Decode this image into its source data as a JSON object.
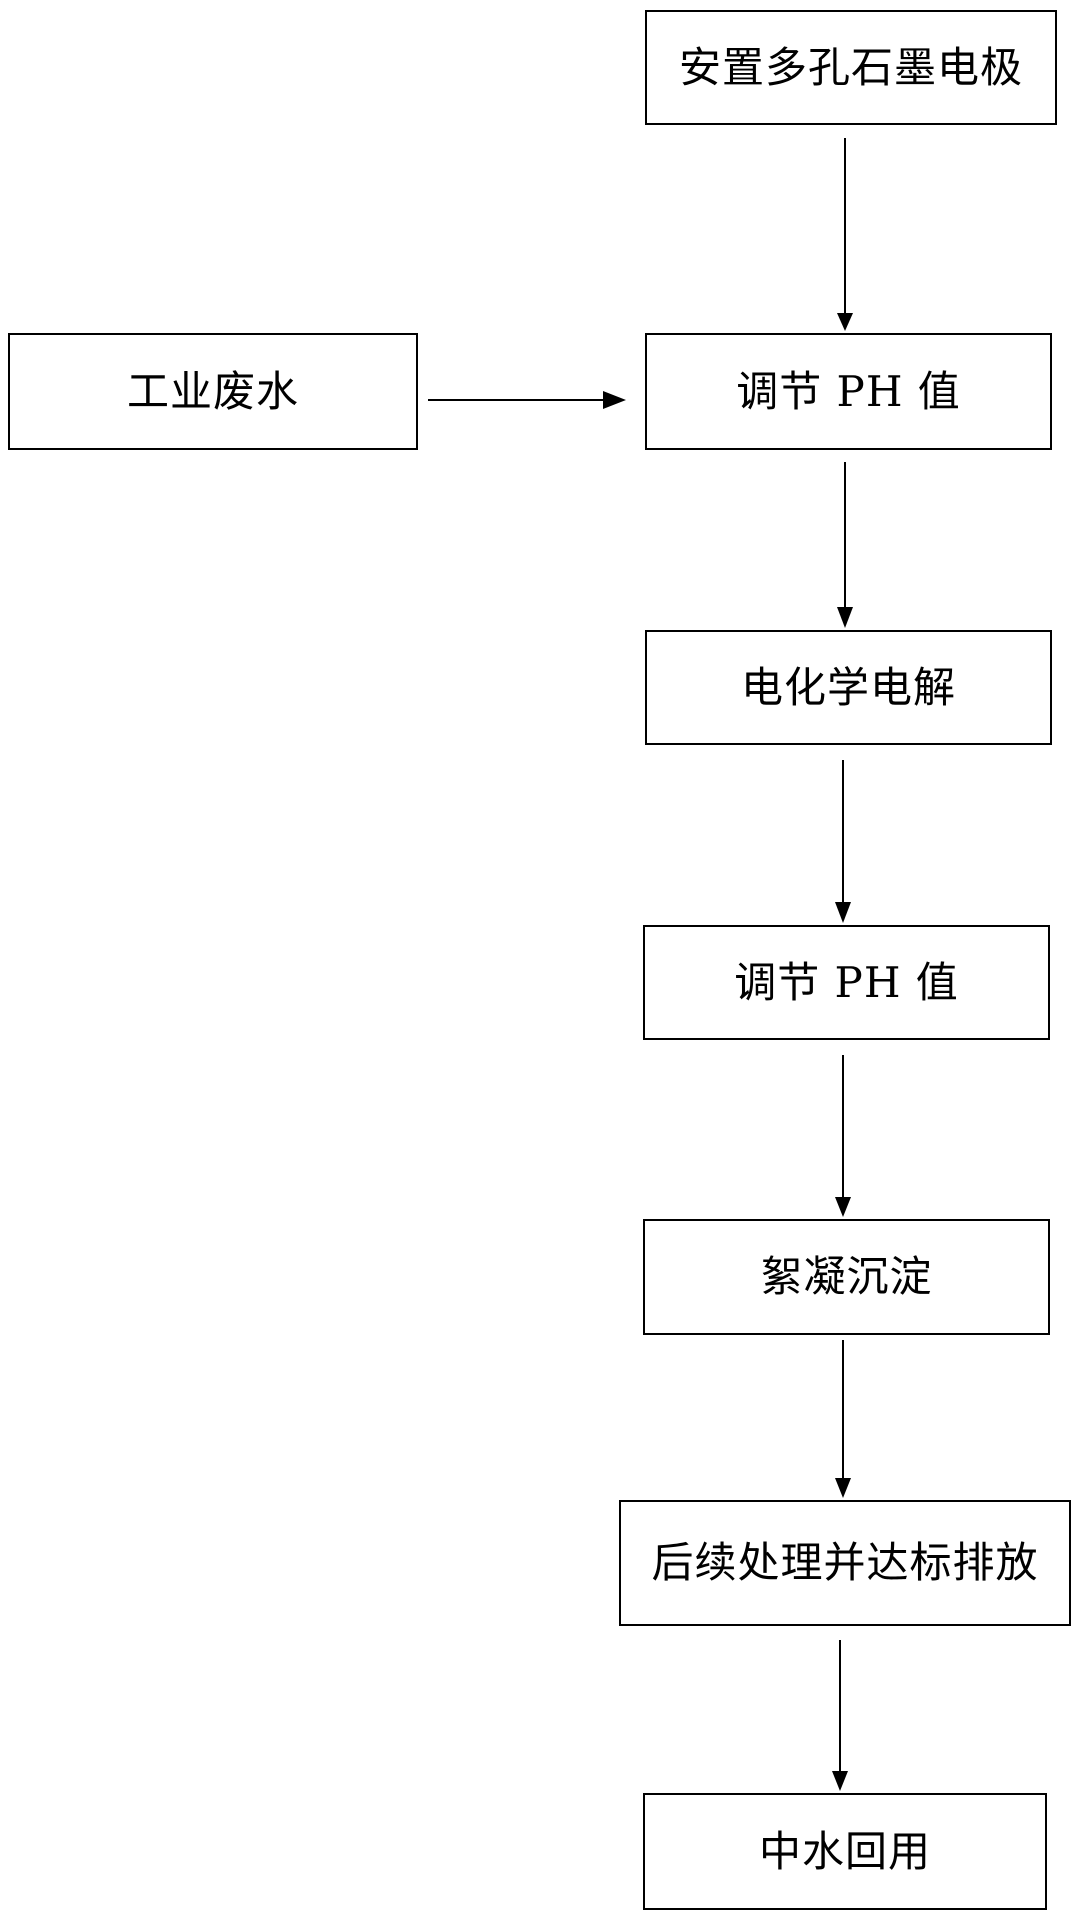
{
  "diagram": {
    "nodes": {
      "industrial_wastewater": "工业废水",
      "install_electrode": "安置多孔石墨电极",
      "adjust_ph_1": "调节 PH 值",
      "electrolysis": "电化学电解",
      "adjust_ph_2": "调节 PH 值",
      "flocculation": "絮凝沉淀",
      "post_treatment": "后续处理并达标排放",
      "reuse": "中水回用"
    },
    "edges": [
      [
        "install_electrode",
        "adjust_ph_1"
      ],
      [
        "industrial_wastewater",
        "adjust_ph_1"
      ],
      [
        "adjust_ph_1",
        "electrolysis"
      ],
      [
        "electrolysis",
        "adjust_ph_2"
      ],
      [
        "adjust_ph_2",
        "flocculation"
      ],
      [
        "flocculation",
        "post_treatment"
      ],
      [
        "post_treatment",
        "reuse"
      ]
    ]
  }
}
